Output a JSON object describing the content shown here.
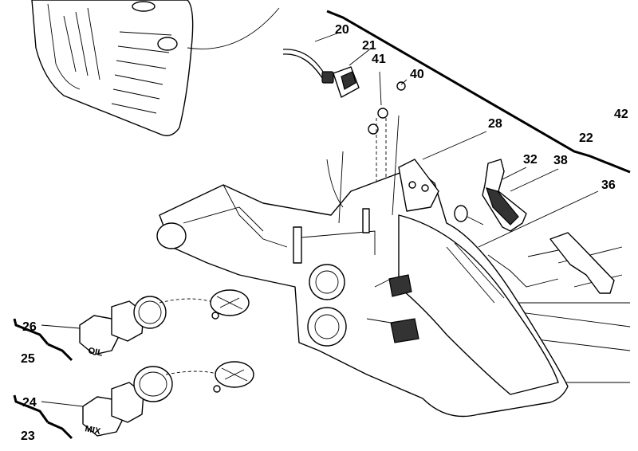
{
  "callouts": {
    "c20": "20",
    "c21": "21",
    "c41": "41",
    "c40": "40",
    "c42": "42",
    "c22": "22",
    "c28": "28",
    "c32": "32",
    "c38": "38",
    "c36": "36",
    "c26": "26",
    "c25": "25",
    "c24": "24",
    "c23": "23"
  },
  "cap_labels": {
    "oil": "OIL",
    "mix": "MIX"
  },
  "colors": {
    "line": "#000000",
    "background": "#ffffff",
    "shade": "#333333"
  }
}
